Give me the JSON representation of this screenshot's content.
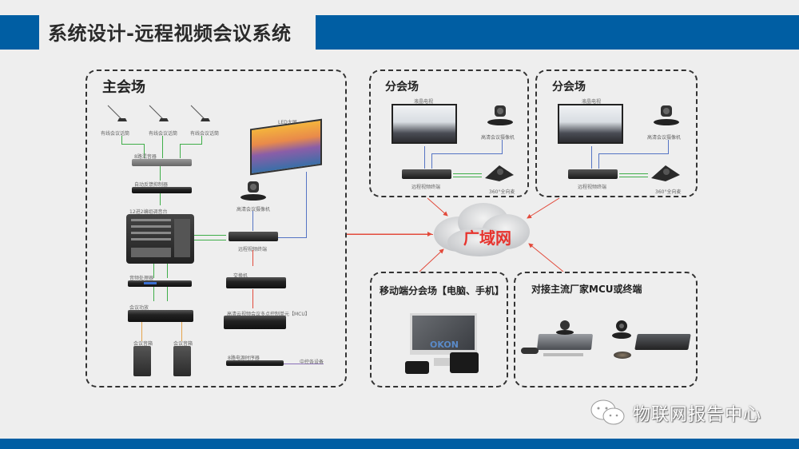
{
  "header": {
    "title": "系统设计-远程视频会议系统",
    "accent_color": "#005ea3"
  },
  "main_hall": {
    "title": "主会场",
    "devices": {
      "mic_1": "有线会议话筒",
      "mic_2": "有线会议话筒",
      "mic_3": "有线会议话筒",
      "mixer_8ch": "8路混音器",
      "feedback_suppressor": "自动反馈抑制器",
      "console": "12进2编组调音台",
      "audio_processor": "音频处理器",
      "amplifier": "会议功放",
      "speaker_1": "会议音箱",
      "speaker_2": "会议音箱",
      "led_screen": "LED大屏",
      "hd_camera": "高清会议摄像机",
      "video_terminal": "远程视频终端",
      "switch": "交换机",
      "mcu": "高清云视频会议多点控制单元【MCU】",
      "power_sequencer": "8路电源时序器",
      "power_target": "中控各设备"
    }
  },
  "branch_hall_1": {
    "title": "分会场",
    "devices": {
      "tv": "液晶电视",
      "camera": "高清会议摄像机",
      "terminal": "远程视频终端",
      "mic": "360°全向麦"
    }
  },
  "branch_hall_2": {
    "title": "分会场",
    "devices": {
      "tv": "液晶电视",
      "camera": "高清会议摄像机",
      "terminal": "远程视频终端",
      "mic": "360°全向麦"
    }
  },
  "wan": {
    "label": "广域网",
    "label_color": "#e7332d"
  },
  "mobile_hall": {
    "title": "移动端分会场【电脑、手机】",
    "screen_text": "OKON"
  },
  "vendor_panel": {
    "title": "对接主流厂家MCU或终端"
  },
  "watermark": {
    "text": "物联网报告中心",
    "icon": "wechat-icon"
  }
}
